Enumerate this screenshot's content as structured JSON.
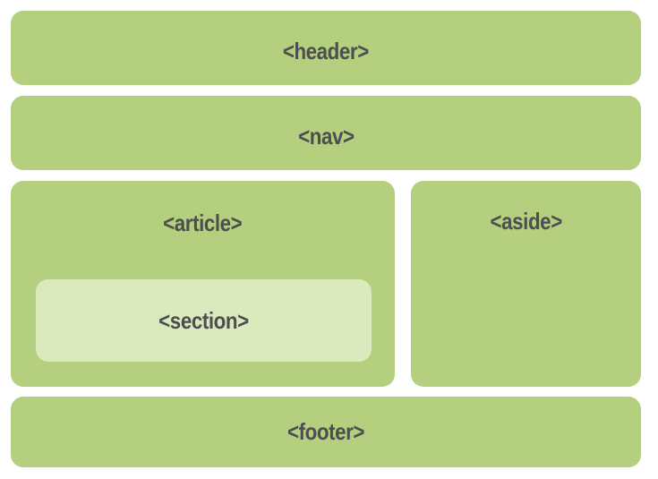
{
  "diagram": {
    "description": "HTML5 semantic page layout diagram",
    "blocks": {
      "header": {
        "label": "<header>"
      },
      "nav": {
        "label": "<nav>"
      },
      "article": {
        "label": "<article>"
      },
      "section": {
        "label": "<section>"
      },
      "aside": {
        "label": "<aside>"
      },
      "footer": {
        "label": "<footer>"
      }
    },
    "colors": {
      "block_green": "#b4d07f",
      "section_light_green": "#dbeabd",
      "label_text": "#4d4e50",
      "background": "#ffffff"
    }
  }
}
